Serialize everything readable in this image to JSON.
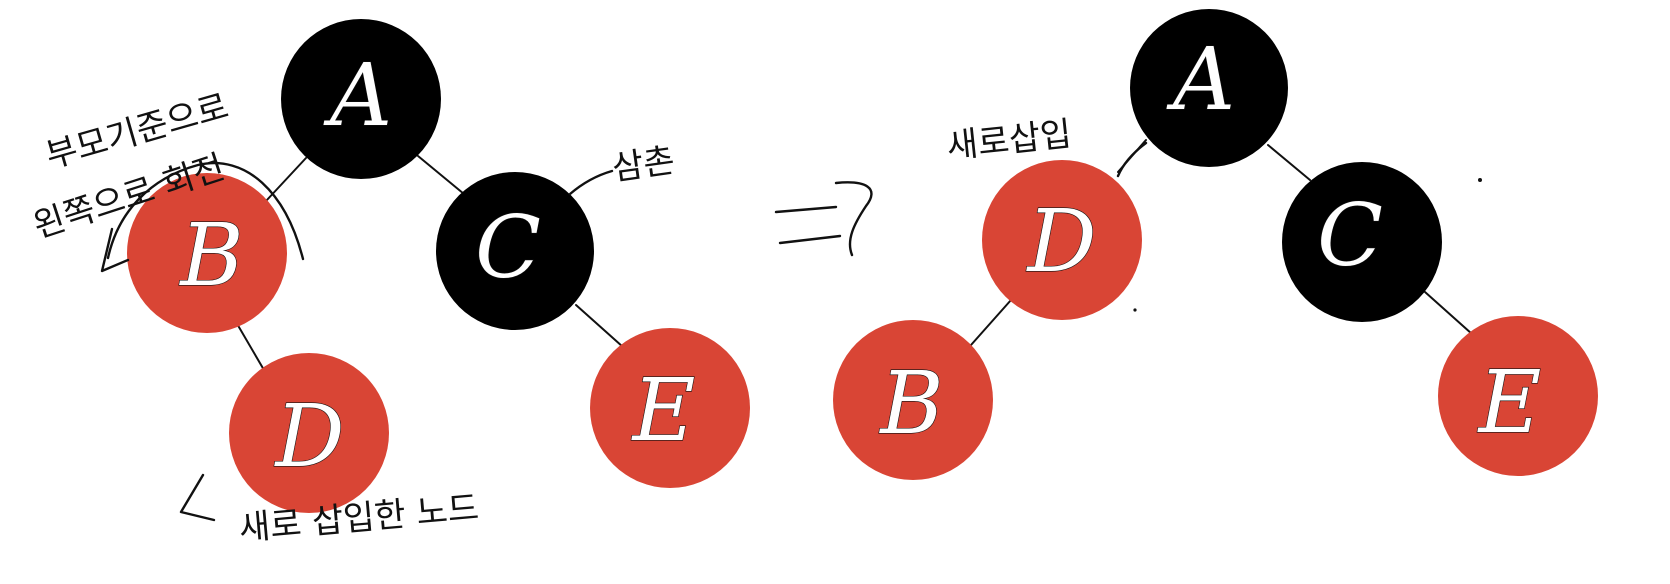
{
  "colors": {
    "black_node": "#000000",
    "red_node": "#d94535",
    "edge": "#111111",
    "label_fill": "#ffffff"
  },
  "left_tree": {
    "nodes": [
      {
        "id": "A",
        "label": "A",
        "color": "black"
      },
      {
        "id": "B",
        "label": "B",
        "color": "red"
      },
      {
        "id": "C",
        "label": "C",
        "color": "black"
      },
      {
        "id": "D",
        "label": "D",
        "color": "red"
      },
      {
        "id": "E",
        "label": "E",
        "color": "red"
      }
    ],
    "edges": [
      [
        "A",
        "B"
      ],
      [
        "A",
        "C"
      ],
      [
        "B",
        "D"
      ],
      [
        "C",
        "E"
      ]
    ],
    "annotations": {
      "rotate_note_line1": "부모기준으로",
      "rotate_note_line2": "왼쪽으로 회전",
      "uncle_note": "삼촌",
      "new_node_note": "새로 삽입한 노드"
    }
  },
  "right_tree": {
    "nodes": [
      {
        "id": "A",
        "label": "A",
        "color": "black"
      },
      {
        "id": "D",
        "label": "D",
        "color": "red"
      },
      {
        "id": "C",
        "label": "C",
        "color": "black"
      },
      {
        "id": "B",
        "label": "B",
        "color": "red"
      },
      {
        "id": "E",
        "label": "E",
        "color": "red"
      }
    ],
    "edges": [
      [
        "A",
        "D"
      ],
      [
        "A",
        "C"
      ],
      [
        "D",
        "B"
      ],
      [
        "C",
        "E"
      ]
    ],
    "annotations": {
      "new_insert_note": "새로삽입"
    }
  }
}
